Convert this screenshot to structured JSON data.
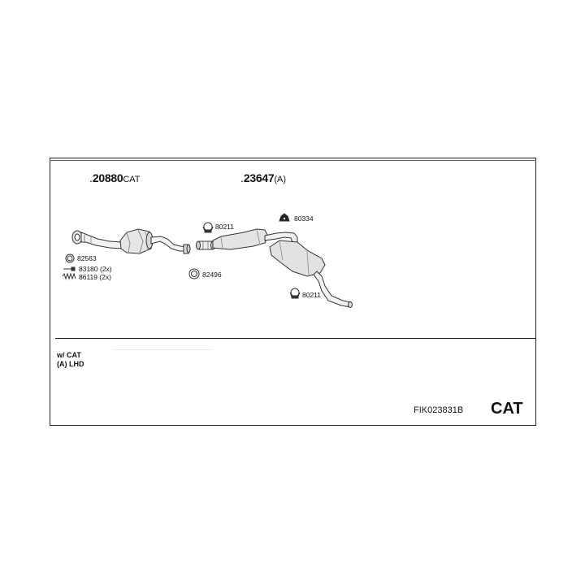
{
  "parts": {
    "cat_part": {
      "number": "20880",
      "suffix": "CAT"
    },
    "muffler_part": {
      "number": "23647",
      "suffix": "(A)"
    }
  },
  "accessories": {
    "clamp_upper": "80211",
    "hanger": "80334",
    "ring": "82563",
    "bolt": "83180 (2x)",
    "spring": "86119 (2x)",
    "gasket": "82496",
    "clamp_lower": "80211"
  },
  "notes": {
    "line1": "w/ CAT",
    "line2": "(A) LHD"
  },
  "footer": {
    "code": "FIK023831B",
    "label": "CAT"
  }
}
